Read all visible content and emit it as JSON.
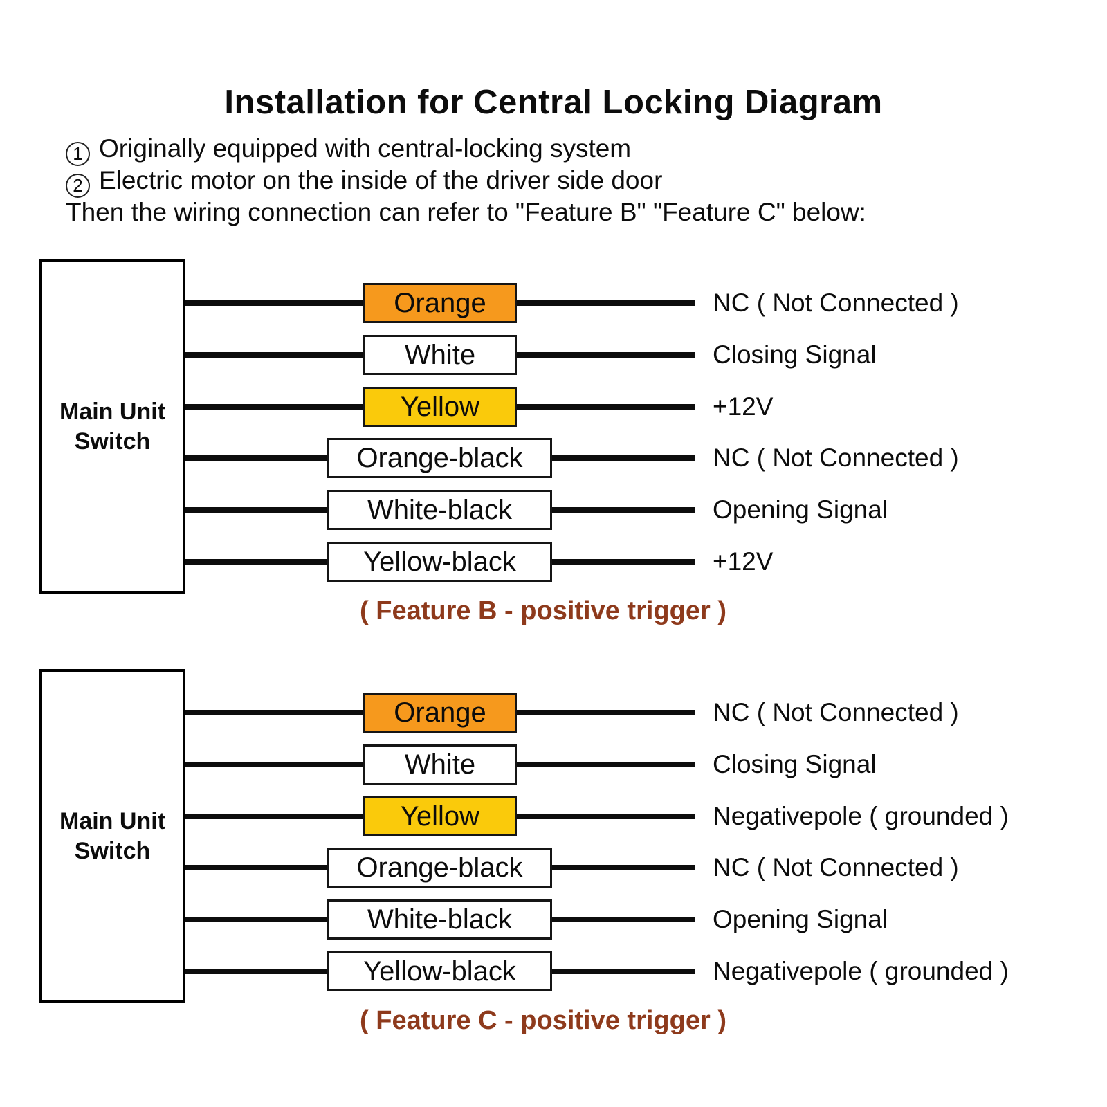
{
  "page": {
    "title": "Installation for Central Locking Diagram",
    "intro": [
      {
        "number": "1",
        "text": "Originally equipped with central-locking system"
      },
      {
        "number": "2",
        "text": "Electric motor on the inside of the driver side door"
      }
    ],
    "intro_note": "Then the wiring connection can refer to \"Feature B\" \"Feature C\" below:"
  },
  "colors": {
    "wire_box_orange": "#F6991D",
    "wire_box_yellow": "#FACA0B",
    "wire_box_white": "#FFFFFF",
    "caption_text": "#8E3A1C",
    "line_black": "#0D0D0D"
  },
  "diagrams": [
    {
      "source_label": "Main Unit Switch",
      "caption": "( Feature B - positive trigger )",
      "rows": [
        {
          "wire": "Orange",
          "fill": "orange",
          "signal": "NC ( Not Connected )"
        },
        {
          "wire": "White",
          "fill": "white",
          "signal": "Closing Signal"
        },
        {
          "wire": "Yellow",
          "fill": "yellow",
          "signal": "+12V"
        },
        {
          "wire": "Orange-black",
          "fill": "white",
          "signal": "NC ( Not Connected )"
        },
        {
          "wire": "White-black",
          "fill": "white",
          "signal": "Opening Signal"
        },
        {
          "wire": "Yellow-black",
          "fill": "white",
          "signal": "+12V"
        }
      ]
    },
    {
      "source_label": "Main Unit Switch",
      "caption": "( Feature C - positive trigger )",
      "rows": [
        {
          "wire": "Orange",
          "fill": "orange",
          "signal": "NC ( Not Connected )"
        },
        {
          "wire": "White",
          "fill": "white",
          "signal": "Closing Signal"
        },
        {
          "wire": "Yellow",
          "fill": "yellow",
          "signal": "Negativepole ( grounded )"
        },
        {
          "wire": "Orange-black",
          "fill": "white",
          "signal": "NC ( Not Connected )"
        },
        {
          "wire": "White-black",
          "fill": "white",
          "signal": "Opening Signal"
        },
        {
          "wire": "Yellow-black",
          "fill": "white",
          "signal": "Negativepole ( grounded )"
        }
      ]
    }
  ]
}
